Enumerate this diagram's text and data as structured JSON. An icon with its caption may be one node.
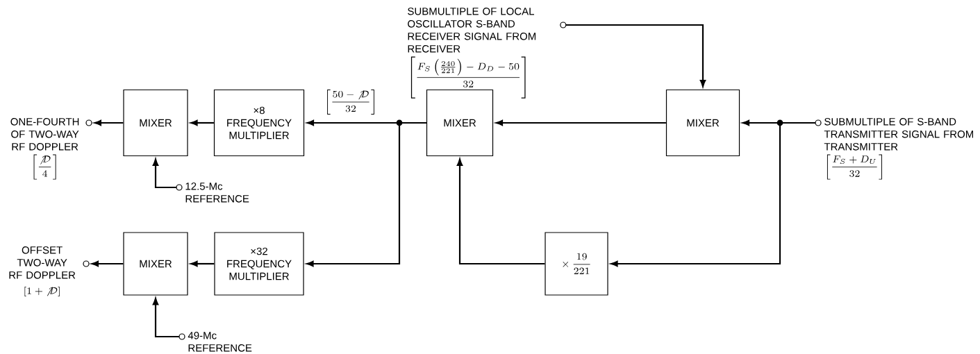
{
  "diagram": {
    "nodes": [
      {
        "text": [
          "ONE-FOURTH OF TWO-WAY RF DOPPLER",
          "\\left[\\frac{{\\not\\mathcal{D}}}{4}\\right]"
        ]
      },
      {
        "text": [
          "MIXER"
        ]
      },
      {
        "text": [
          "×8 FREQUENCY MULTIPLIER"
        ]
      },
      {
        "text": [
          "MIXER"
        ]
      },
      {
        "text": [
          "MIXER"
        ]
      },
      {
        "text": [
          "SUBMULTIPLE OF LOCAL OSCILLATOR S-BAND RECEIVER SIGNAL FROM RECEIVER",
          "\\left[\\frac{F_S\\left(\\frac{240}{221}\\right)-D_D-50}{32}\\right]"
        ]
      },
      {
        "text": [
          "SUBMULTIPLE OF S-BAND TRANSMITTER SIGNAL FROM TRANSMITTER",
          "\\left[\\frac{F_S+D_U}{32}\\right]"
        ]
      },
      {
        "text": [
          "12.5-Mc REFERENCE"
        ]
      },
      {
        "text": [
          "OFFSET TWO-WAY RF DOPPLER",
          "\\left[1+{\\not\\mathcal{D}}\\right]"
        ]
      },
      {
        "text": [
          "MIXER"
        ]
      },
      {
        "text": [
          "×32 FREQUENCY MULTIPLIER"
        ]
      },
      {
        "text": [
          "\\times\\,\\frac{19}{221}"
        ]
      },
      {
        "text": [
          "49-Mc REFERENCE"
        ]
      }
    ],
    "edges": [
      {
        "from": 1,
        "to": 0,
        "arrow": "to"
      },
      {
        "from": 2,
        "to": 1,
        "arrow": "to"
      },
      {
        "from": 3,
        "to": 2,
        "arrow": "to",
        "label": "\\left[\\frac{50-{\\not\\mathcal{D}}}{32}\\right]"
      },
      {
        "from": 3,
        "to": 10,
        "arrow": "to"
      },
      {
        "from": 10,
        "to": 9,
        "arrow": "to"
      },
      {
        "from": 9,
        "to": 8,
        "arrow": "to"
      },
      {
        "from": 7,
        "to": 1,
        "arrow": "to"
      },
      {
        "from": 12,
        "to": 9,
        "arrow": "to"
      },
      {
        "from": 4,
        "to": 3,
        "arrow": "to"
      },
      {
        "from": 5,
        "to": 4,
        "arrow": "to"
      },
      {
        "from": 6,
        "to": 4,
        "arrow": "to"
      },
      {
        "from": 6,
        "to": 11,
        "arrow": "to"
      },
      {
        "from": 11,
        "to": 3,
        "arrow": "to"
      }
    ]
  }
}
